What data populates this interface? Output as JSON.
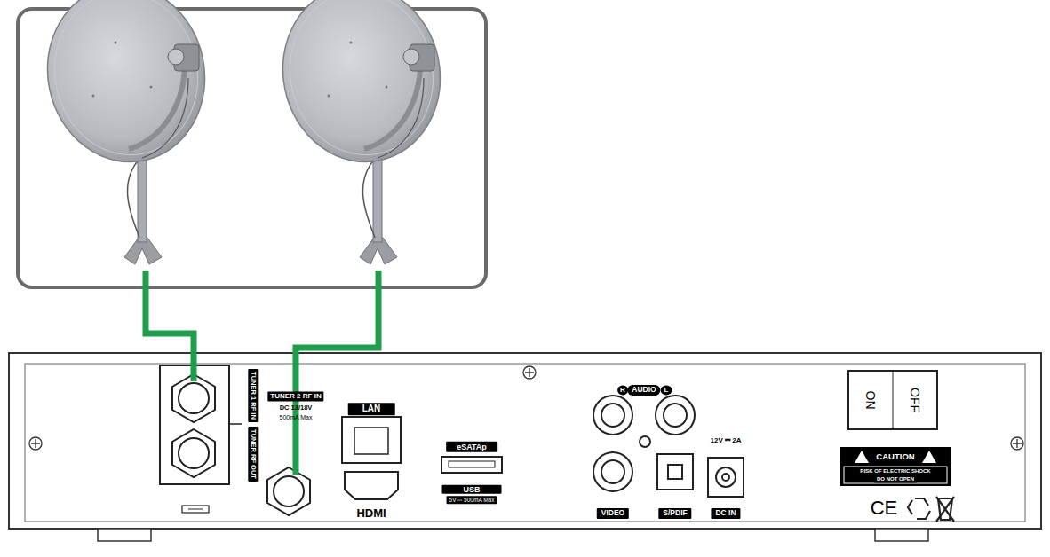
{
  "diagram": {
    "labels": [
      "TUNER 1 RF IN",
      "TUNER RF OUT",
      "TUNER 2 RF IN",
      "DC 13/18V",
      "500mA Max",
      "LAN",
      "HDMI",
      "eSATAp",
      "USB",
      "5V ⎓ 500mA Max",
      "R",
      "AUDIO",
      "L",
      "VIDEO",
      "S/PDIF",
      "12V ⎓ 2A",
      "DC IN",
      "ON",
      "OFF",
      "CAUTION",
      "RISK OF ELECTRIC SHOCK",
      "DO NOT OPEN",
      "CE"
    ]
  }
}
